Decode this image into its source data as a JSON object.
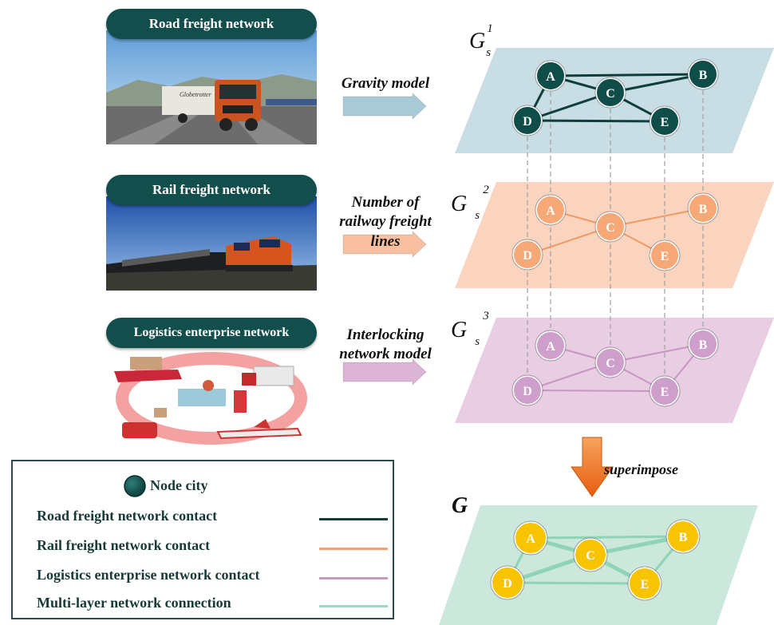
{
  "sources": [
    {
      "label": "Road freight network",
      "method": [
        "Gravity model"
      ]
    },
    {
      "label": "Rail freight network",
      "method": [
        "Number of",
        "railway freight",
        "lines"
      ]
    },
    {
      "label": "Logistics enterprise network",
      "method": [
        "Interlocking",
        "network model"
      ]
    }
  ],
  "photo_marking": "Globetrotter",
  "layers": [
    {
      "symbol": "G",
      "sub": "s",
      "sup": "1",
      "plane_color": "#c9dde4",
      "node_color": "#0f4d49",
      "node_text_color": "#ffffff",
      "edge_color": "#0e3f3c"
    },
    {
      "symbol": "G",
      "sub": "s",
      "sup": "2",
      "plane_color": "#fad4bf",
      "node_color": "#f7a877",
      "node_text_color": "#ffffff",
      "edge_color": "#f29a62"
    },
    {
      "symbol": "G",
      "sub": "s",
      "sup": "3",
      "plane_color": "#e8cde3",
      "node_color": "#cf9fcb",
      "node_text_color": "#ffffff",
      "edge_color": "#c895c4"
    },
    {
      "symbol": "G",
      "plane_color": "#cce8dc",
      "node_color": "#f8c400",
      "node_text_color": "#ffffff",
      "edge_color": "#8fd3b8"
    }
  ],
  "nodes": [
    "A",
    "B",
    "C",
    "D",
    "E"
  ],
  "superimpose_label": "superimpose",
  "legend": {
    "node_label": "Node city",
    "items": [
      {
        "label": "Road freight network contact",
        "color": "#0e3f3c"
      },
      {
        "label": "Rail freight network contact",
        "color": "#f4a36c"
      },
      {
        "label": "Logistics enterprise network contact",
        "color": "#c99ac6"
      },
      {
        "label": "Multi-layer network connection",
        "color": "#9fd8c0"
      }
    ]
  },
  "colors": {
    "arrow_blue": "#a9cbd8",
    "arrow_peach": "#f8c0a0",
    "arrow_pink": "#dcb4d6",
    "superimpose_arrow": "#ef7a1e"
  }
}
